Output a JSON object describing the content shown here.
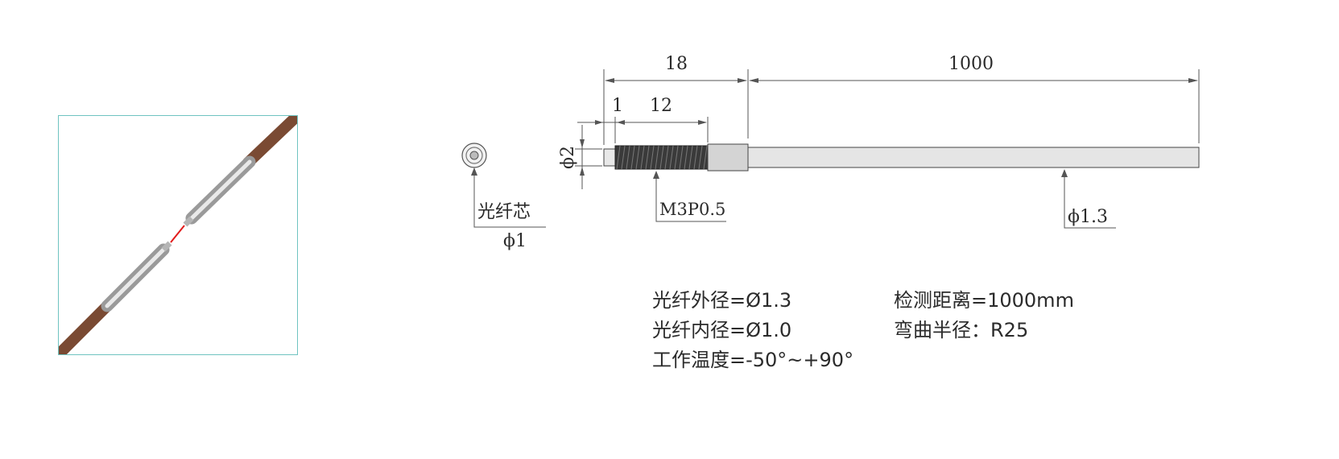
{
  "photo": {
    "alt": ""
  },
  "drawing": {
    "top_dims": {
      "mount_length": "18",
      "fiber_length": "1000"
    },
    "sub_dims": {
      "tip": "1",
      "thread_length": "12",
      "diameter": "ϕ2"
    },
    "callouts": {
      "core_label": "光纤芯",
      "core_dia": "ϕ1",
      "thread": "M3P0.5",
      "fiber_dia": "ϕ1.3"
    }
  },
  "specs": {
    "outer_dia": "光纤外径=Ø1.3",
    "inner_dia": "光纤内径=Ø1.0",
    "temperature": "工作温度=-50°~+90°",
    "distance": "检测距离=1000mm",
    "bend_radius": "弯曲半径：R25"
  },
  "colors": {
    "frame": "#6fc3c1",
    "fiber": "#7a4a33",
    "line": "#2b2b2b",
    "sleeve": "#c9c9c9",
    "beam": "#e21b1b"
  }
}
